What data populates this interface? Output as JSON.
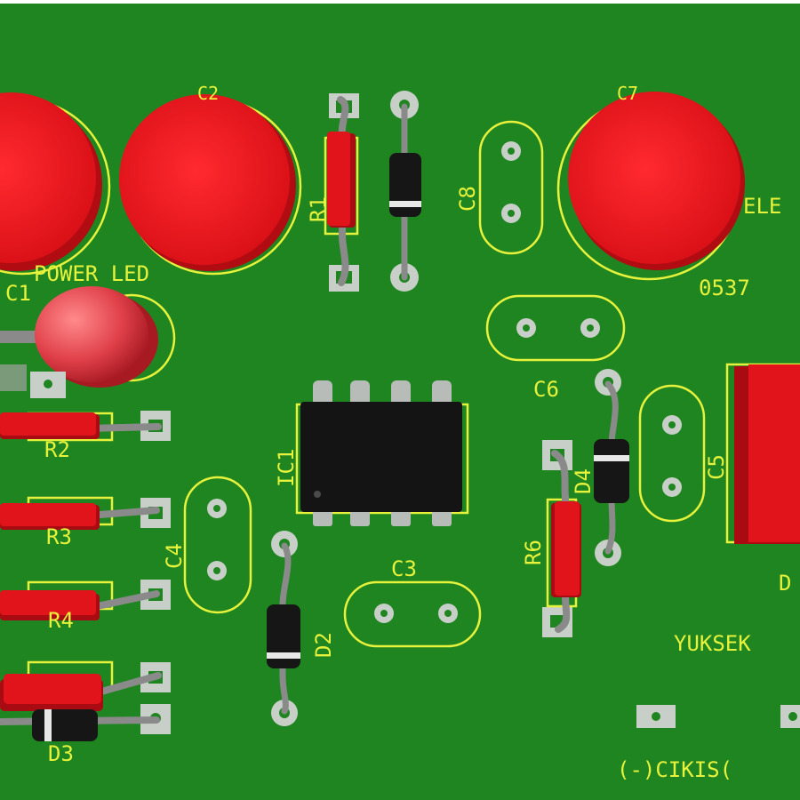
{
  "board": {
    "colors": {
      "pcb": "#1f8520",
      "silkscreen": "#e6f23c",
      "pad": "#c8cfc8",
      "capacitor": "#e0141a",
      "resistor": "#e0141a",
      "diode": "#161616",
      "ic": "#141414",
      "led": "#d8323a"
    },
    "labels": {
      "c1": "C1",
      "c2": "C2",
      "c7": "C7",
      "r1": "R1",
      "c8": "C8",
      "power_led": "POWER LED",
      "ele": "ELE",
      "part_no": "0537",
      "c6": "C6",
      "r2": "R2",
      "ic1": "IC1",
      "d4": "D4",
      "c5": "C5",
      "r3": "R3",
      "c4": "C4",
      "r6": "R6",
      "c3": "C3",
      "d": "D",
      "r4": "R4",
      "d2": "D2",
      "yuksek": "YUKSEK",
      "d3": "D3",
      "cikis": "(-)CIKIS("
    }
  }
}
